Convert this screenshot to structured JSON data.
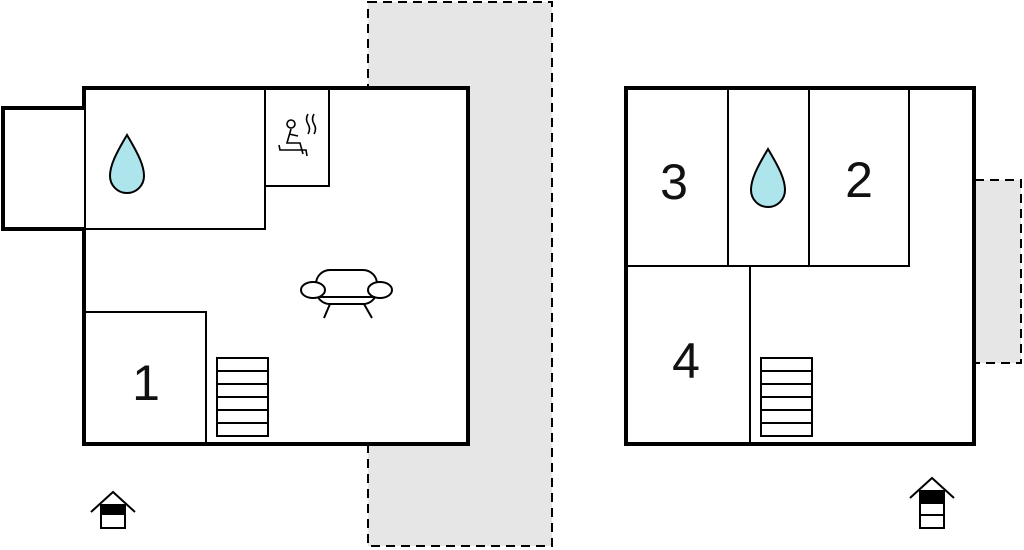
{
  "ground_floor": {
    "room_labels": [
      "1"
    ],
    "icons": [
      "water-drop-icon",
      "sauna-icon",
      "sofa-icon",
      "staircase-icon",
      "floor-indicator-ground-icon"
    ]
  },
  "upper_floor": {
    "room_labels": [
      "3",
      "2",
      "4"
    ],
    "icons": [
      "water-drop-icon",
      "staircase-icon",
      "floor-indicator-upper-icon"
    ]
  },
  "colors": {
    "wall": "#000000",
    "terrace_fill": "#e6e6e6",
    "water": "#aee4ec"
  }
}
